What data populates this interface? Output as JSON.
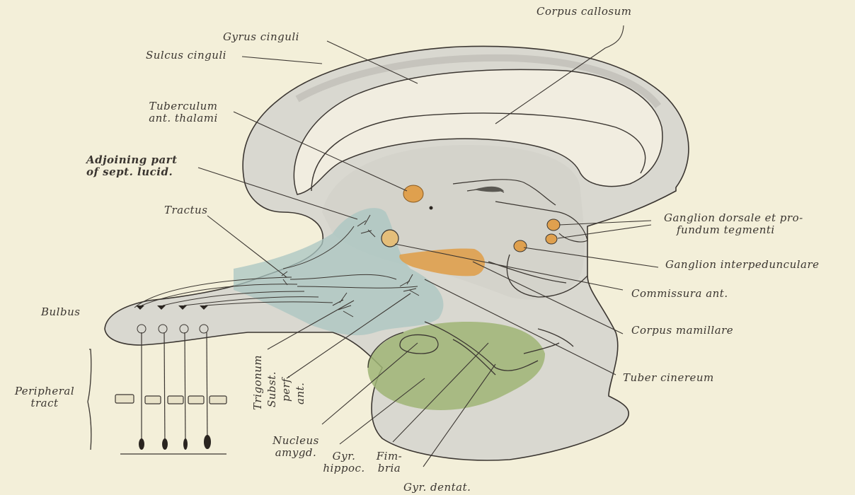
{
  "figure": {
    "labels": {
      "corpus_callosum": "Corpus callosum",
      "gyrus_cinguli": "Gyrus cinguli",
      "sulcus_cinguli": "Sulcus cinguli",
      "tuberculum_line1": "Tuberculum",
      "tuberculum_line2": "ant. thalami",
      "adjoining_line1": "Adjoining part",
      "adjoining_line2": "of sept. lucid.",
      "tractus": "Tractus",
      "bulbus": "Bulbus",
      "peripheral_line1": "Peripheral",
      "peripheral_line2": "tract",
      "trigonum": "Trigonum",
      "subst_line1": "Subst.",
      "subst_line2": "perf.",
      "subst_line3": "ant.",
      "nucleus_line1": "Nucleus",
      "nucleus_line2": "amygd.",
      "gyr_hippoc_line1": "Gyr.",
      "gyr_hippoc_line2": "hippoc.",
      "fimbria_line1": "Fim-",
      "fimbria_line2": "bria",
      "gyr_dentat": "Gyr. dentat.",
      "ganglion_dorsale_line1": "Ganglion dorsale et pro-",
      "ganglion_dorsale_line2": "fundum tegmenti",
      "ganglion_interpeduncular": "Ganglion interpedunculare",
      "commissura_ant": "Commissura ant.",
      "corpus_mamillare": "Corpus mamillare",
      "tuber_cinereum": "Tuber cinereum"
    },
    "colors": {
      "background": "#f3efd9",
      "brain_gray": "#d9d8d0",
      "outline": "#3b3631",
      "olfactory_blue": "#a9c6c2",
      "ganglion_orange": "#dfa04e",
      "hippocampal_green": "#9fb575"
    }
  }
}
